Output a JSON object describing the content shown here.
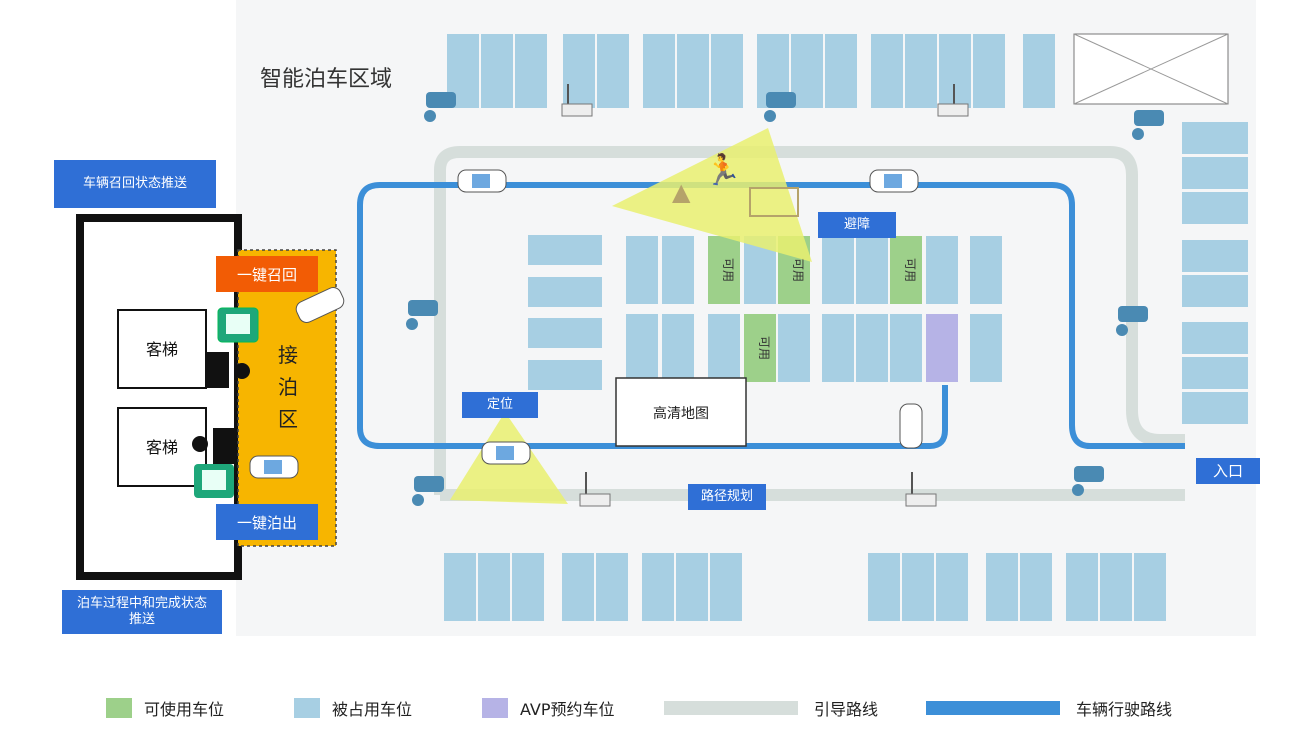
{
  "title": "智能泊车区域",
  "labels": {
    "recall_push": "车辆召回状态推送",
    "parking_push": "泊车过程中和完成状态推送",
    "one_key_recall": "一键召回",
    "one_key_park": "一键泊出",
    "handover_zone": "接泊区",
    "elevator": "客梯",
    "avoid": "避障",
    "locate": "定位",
    "hd_map": "高清地图",
    "path_planning": "路径规划",
    "entrance": "入口",
    "available": "可用"
  },
  "legend": [
    {
      "key": "available",
      "label": "可使用车位",
      "color": "#9dd08a"
    },
    {
      "key": "occupied",
      "label": "被占用车位",
      "color": "#a7cfe3"
    },
    {
      "key": "avp",
      "label": "AVP预约车位",
      "color": "#b6b3e6"
    },
    {
      "key": "guide",
      "label": "引导路线",
      "color": "#d6dedb"
    },
    {
      "key": "drive",
      "label": "车辆行驶路线",
      "color": "#3c8fd8"
    }
  ],
  "colors": {
    "occupied": "#a7cfe3",
    "available": "#9dd08a",
    "avp": "#b6b3e6",
    "guide": "#d6dedb",
    "drive": "#3c8fd8",
    "label_blue": "#2f6fd6",
    "orange": "#f25c05",
    "zone_yellow": "#f7b500",
    "sensor_yellow": "#e9f070"
  }
}
